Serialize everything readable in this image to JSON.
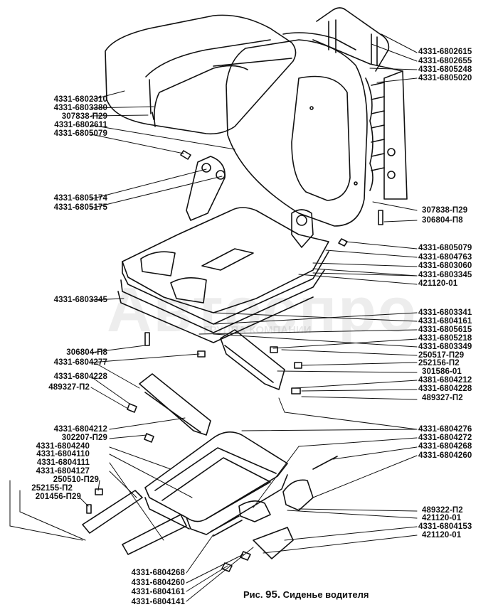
{
  "caption": {
    "prefix": "Рис.",
    "number": "95.",
    "title": "Сиденье водителя"
  },
  "watermark": {
    "main": "Автоспро",
    "sub": "ГРУППА КОМПАНИИ"
  },
  "labels_left": [
    "4331-6802310",
    "4331-6803380",
    "307838-П29",
    "4331-6802611",
    "4331-6805079",
    "4331-6805174",
    "4331-6805175",
    "4331-6803345",
    "306804-П8",
    "4331-6804277",
    "4331-6804228",
    "489327-П2",
    "4331-6804212",
    "302207-П29",
    "4331-6804240",
    "4331-6804110",
    "4331-6804111",
    "4331-6804127",
    "250510-П29",
    "252155-П2",
    "201456-П29"
  ],
  "labels_right": [
    "4331-6802615",
    "4331-6802655",
    "4331-6805248",
    "4331-6805020",
    "307838-П29",
    "306804-П8",
    "4331-6805079",
    "4331-6804763",
    "4331-6803060",
    "4331-6803345",
    "421120-01",
    "4331-6803341",
    "4331-6804161",
    "4331-6805615",
    "4331-6805218",
    "4331-6803349",
    "250517-П29",
    "252156-П2",
    "301586-01",
    "4381-6804212",
    "4331-6804228",
    "489327-П2",
    "4331-6804276",
    "4331-6804272",
    "4331-6804268",
    "4331-6804260",
    "489322-П2",
    "421120-01",
    "4331-6804153",
    "421120-01"
  ],
  "labels_bottom": [
    "4331-6804268",
    "4331-6804260",
    "4331-6804161",
    "4331-6804141"
  ]
}
